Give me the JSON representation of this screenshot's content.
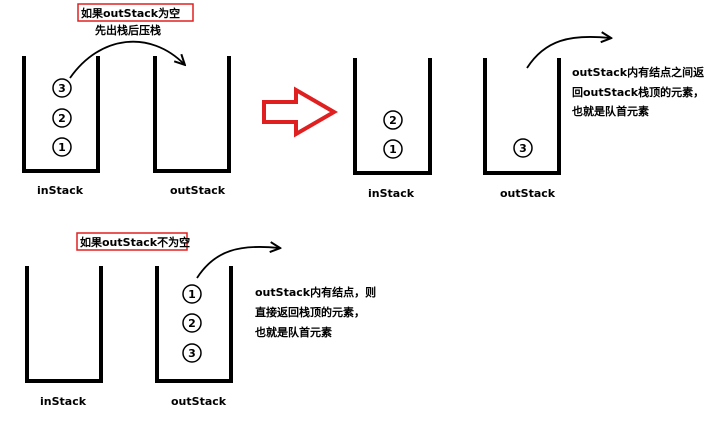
{
  "scenario1": {
    "condition": "如果outStack为空",
    "action": "先出栈后压栈",
    "before": {
      "in_stack": [
        "1",
        "2",
        "3"
      ],
      "out_stack": []
    },
    "after": {
      "in_stack": [
        "1",
        "2"
      ],
      "out_stack": [
        "3"
      ]
    },
    "note": [
      "outStack内有结点之间返",
      "回outStack栈顶的元素，",
      "也就是队首元素"
    ]
  },
  "scenario2": {
    "condition": "如果outStack不为空",
    "in_stack": [],
    "out_stack": [
      "1",
      "2",
      "3"
    ],
    "note": [
      "outStack内有结点，则",
      "直接返回栈顶的元素，",
      "也就是队首元素"
    ]
  },
  "labels": {
    "in_stack": "inStack",
    "out_stack": "outStack"
  },
  "colors": {
    "stroke": "#000000",
    "highlight": "#e02020"
  }
}
